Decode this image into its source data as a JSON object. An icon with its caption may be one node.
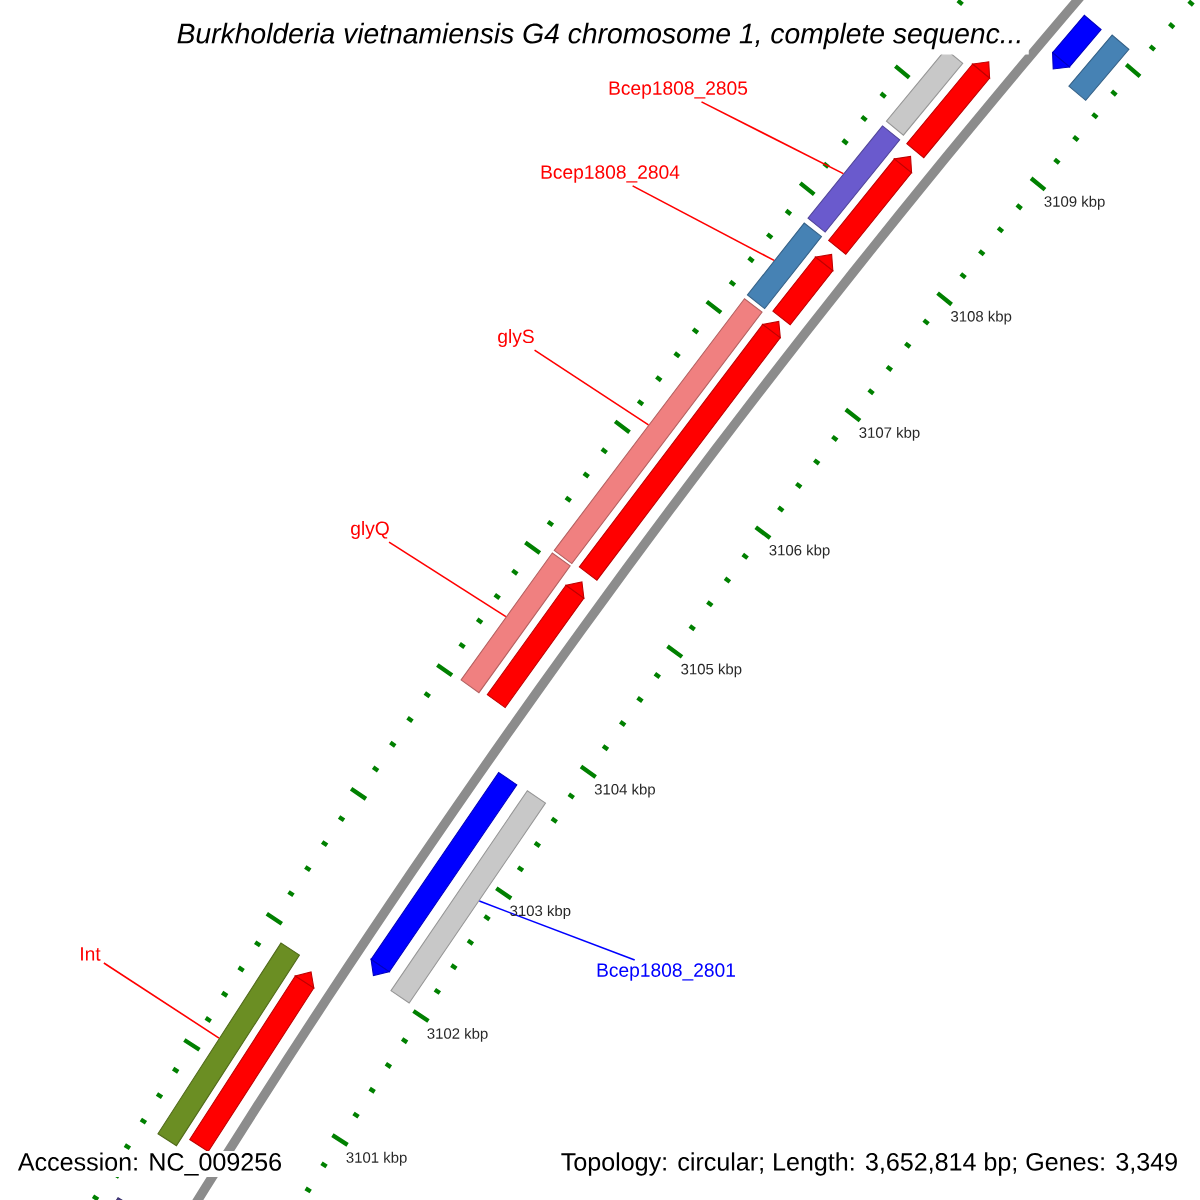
{
  "diagram": {
    "title": "Burkholderia vietnamiensis G4 chromosome 1, complete sequenc...",
    "nodes": [
      {
        "text": [
          "Bcep1808_2805"
        ]
      },
      {
        "text": [
          "Bcep1808_2804"
        ]
      },
      {
        "text": [
          "glyS"
        ]
      },
      {
        "text": [
          "glyQ"
        ]
      },
      {
        "text": [
          "Int"
        ]
      },
      {
        "text": [
          "Bcep1808_2801"
        ]
      },
      {
        "text": [],
        "shape": "bar"
      },
      {
        "text": [],
        "shape": "bar"
      },
      {
        "text": [],
        "shape": "bar"
      },
      {
        "text": [],
        "shape": "bar"
      },
      {
        "text": [],
        "shape": "bar"
      },
      {
        "text": [],
        "shape": "bar"
      },
      {
        "text": [],
        "shape": "bar"
      },
      {
        "text": [],
        "shape": "bar"
      },
      {
        "text": [],
        "shape": "bar"
      },
      {
        "text": [],
        "shape": "bar"
      },
      {
        "text": [],
        "shape": "bar"
      },
      {
        "text": [],
        "shape": "bar"
      },
      {
        "text": [],
        "shape": "bar"
      },
      {
        "text": [],
        "shape": "bar"
      },
      {
        "text": [],
        "shape": "bar"
      },
      {
        "text": [],
        "shape": "bar"
      },
      {
        "text": [],
        "shape": "bar"
      }
    ],
    "edges": [
      {
        "from": 0,
        "to": 10,
        "arrow": "none"
      },
      {
        "from": 1,
        "to": 12,
        "arrow": "none"
      },
      {
        "from": 2,
        "to": 14,
        "arrow": "none"
      },
      {
        "from": 3,
        "to": 16,
        "arrow": "none"
      },
      {
        "from": 4,
        "to": 20,
        "arrow": "none"
      },
      {
        "from": 5,
        "to": 19,
        "arrow": "none",
        "color": "#0000ff"
      }
    ],
    "labels": [
      "3109 kbp",
      "3108 kbp",
      "3107 kbp",
      "3106 kbp",
      "3105 kbp",
      "3104 kbp",
      "3103 kbp",
      "3102 kbp",
      "3101 kbp",
      "Accession: NC_009256",
      "Topology: circular; Length: 3,652,814 bp; Genes: 3,349"
    ]
  }
}
